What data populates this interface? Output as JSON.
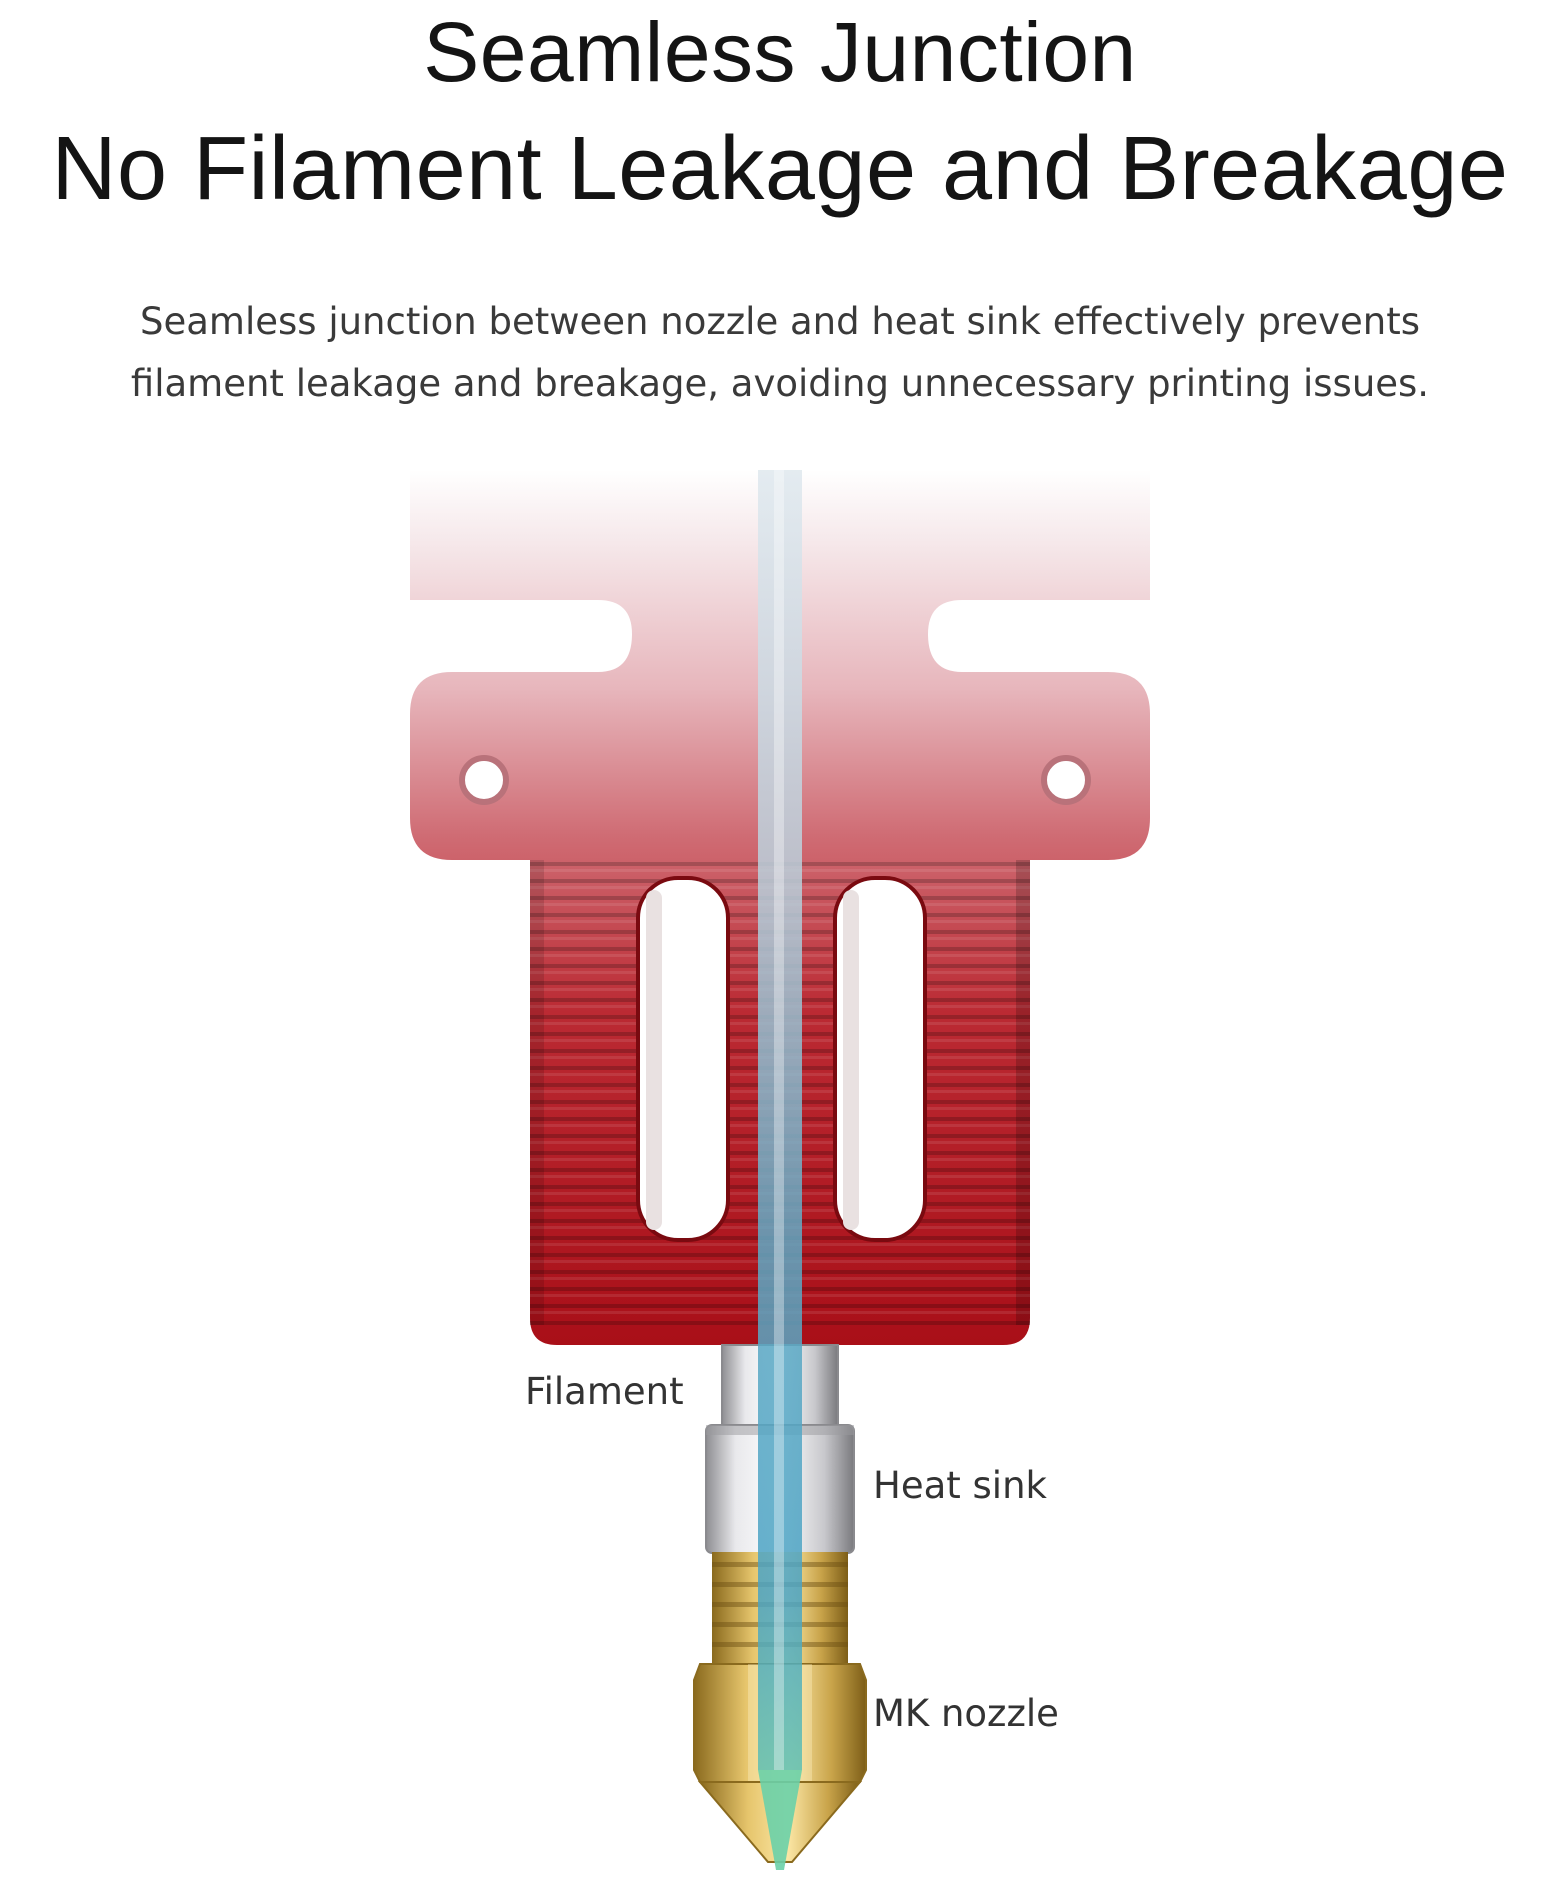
{
  "heading": {
    "line1": "Seamless Junction",
    "line2": "No Filament Leakage and Breakage"
  },
  "description": {
    "line1": "Seamless junction between nozzle and heat sink effectively prevents",
    "line2": "filament leakage and breakage, avoiding unnecessary printing issues."
  },
  "callouts": {
    "filament": "Filament",
    "heat_sink": "Heat sink",
    "nozzle": "MK nozzle"
  },
  "colors": {
    "heat_block_red": "#b3141c",
    "faded_top": "#f2e4e6",
    "filament_blue": "#4aa3c4",
    "filament_tip_green": "#6ad0a8",
    "brass": "#c9a44a",
    "steel": "#cfcfd2"
  }
}
